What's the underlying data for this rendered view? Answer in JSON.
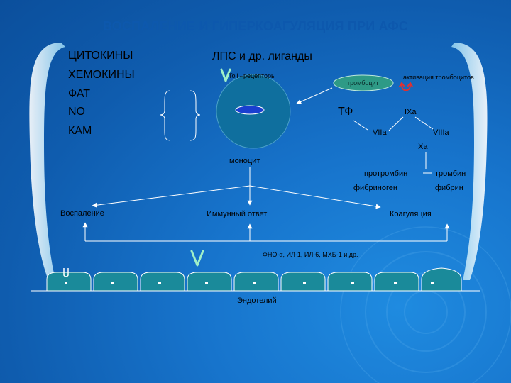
{
  "title": "ВОСПАЛЕНИЕ И ГИПЕРКОАГУЛЯЦИЯ ПРИ АФС",
  "mediators": [
    "ЦИТОКИНЫ",
    "ХЕМОКИНЫ",
    "ФАТ",
    "NO",
    "КАМ"
  ],
  "ligands": "ЛПС и др. лиганды",
  "toll_receptors": "Toll –рецепторы",
  "platelet": "тромбоцит",
  "platelet_activation": "активация тромбоцитов",
  "tf": "ТФ",
  "ixa": "IXa",
  "viia": "VIIa",
  "viiia": "VIIIa",
  "xa": "Xa",
  "monocyte": "моноцит",
  "prothrombin": "протромбин",
  "thrombin": "тромбин",
  "fibrinogen": "фибриноген",
  "fibrin": "фибрин",
  "inflammation": "Воспаление",
  "immune_response": "Иммунный ответ",
  "coagulation": "Коагуляция",
  "cytokines_list": "ФНО-α, ИЛ-1, ИЛ-6, МХБ-1 и др.",
  "endothelium": "Эндотелий",
  "colors": {
    "background": "#1774cc",
    "title": "#0d58ad",
    "monocyte": "#0f6f9e",
    "monocyte_nucleus": "#1a3fd0",
    "cell": "#1a8a9a",
    "platelet": "#2e9a86",
    "lines": "#ffffff"
  }
}
